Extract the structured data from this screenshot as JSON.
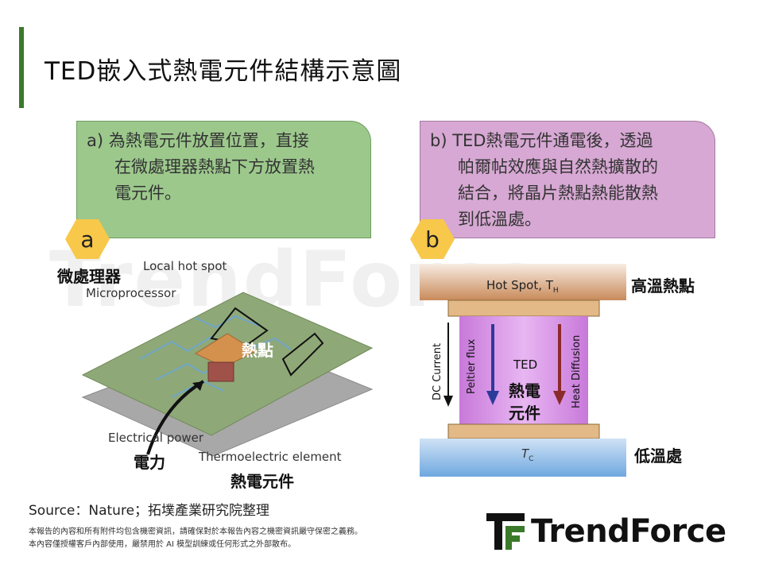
{
  "title": "TED嵌入式熱電元件結構示意圖",
  "callout_a": {
    "lines": [
      "a) 為熱電元件放置位置，直接",
      "在微處理器熱點下方放置熱",
      "電元件。"
    ]
  },
  "callout_b": {
    "lines": [
      "b) TED熱電元件通電後，透過",
      "帕爾帖效應與自然熱擴散的",
      "結合，將晶片熱點熱能散熱",
      "到低溫處。"
    ]
  },
  "badge_a": "a",
  "badge_b": "b",
  "figure_a": {
    "microprocessor_zh": "微處理器",
    "local_hot_spot": "Local hot spot",
    "microprocessor_en": "Microprocessor",
    "hot_spot_zh": "熱點",
    "electrical_power_en": "Electrical power",
    "electrical_power_zh": "電力",
    "thermoelectric_en": "Thermoelectric element",
    "thermoelectric_zh": "熱電元件"
  },
  "figure_b": {
    "hot_spot_label": "Hot Spot, T",
    "hot_sub": "H",
    "high_temp_zh": "高溫熱點",
    "dc_current": "DC Current",
    "peltier_flux": "Peltier flux",
    "ted": "TED",
    "ted_zh_1": "熱電",
    "ted_zh_2": "元件",
    "heat_diffusion": "Heat Diffusion",
    "tc_label": "T",
    "tc_sub": "C",
    "low_temp_zh": "低溫處"
  },
  "watermark": "TrendForce",
  "source": "Source：Nature；拓墣產業研究院整理",
  "disclaimer": [
    "本報告的內容和所有附件均包含機密資訊，請確保對於本報告內容之機密資訊嚴守保密之義務。",
    "本內容僅授權客戶內部使用，嚴禁用於 AI 模型訓練或任何形式之外部散布。"
  ],
  "brand": "TrendForce",
  "colors": {
    "accent_green": "#3b7a2a",
    "callout_a_bg": "#9cc88c",
    "callout_b_bg": "#d6a8d3",
    "badge": "#f7c84a",
    "ted_purple": "#d58be6",
    "copper": "#e0b27a",
    "cold": "#8fbce8"
  }
}
